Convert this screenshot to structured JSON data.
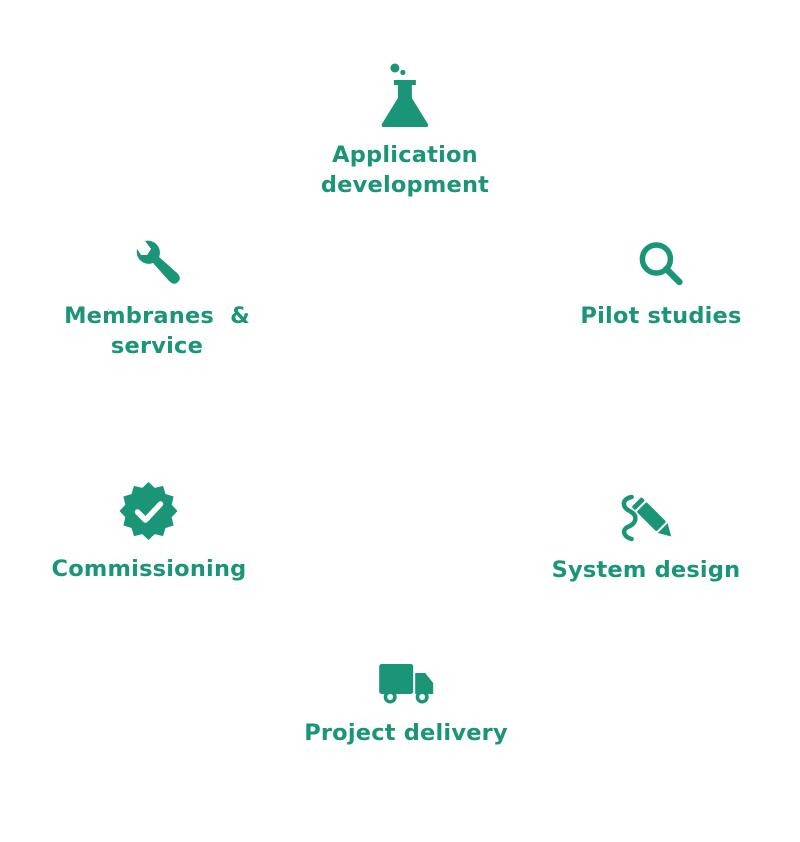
{
  "theme": {
    "accent": "#1a9578"
  },
  "steps": [
    {
      "label": "Application\ndevelopment",
      "icon": "flask-icon"
    },
    {
      "label": "Pilot studies",
      "icon": "magnifier-icon"
    },
    {
      "label": "System design",
      "icon": "design-pencil-icon"
    },
    {
      "label": "Project delivery",
      "icon": "truck-icon"
    },
    {
      "label": "Commissioning",
      "icon": "verified-badge-icon"
    },
    {
      "label": "Membranes  &\nservice",
      "icon": "wrench-icon"
    }
  ]
}
